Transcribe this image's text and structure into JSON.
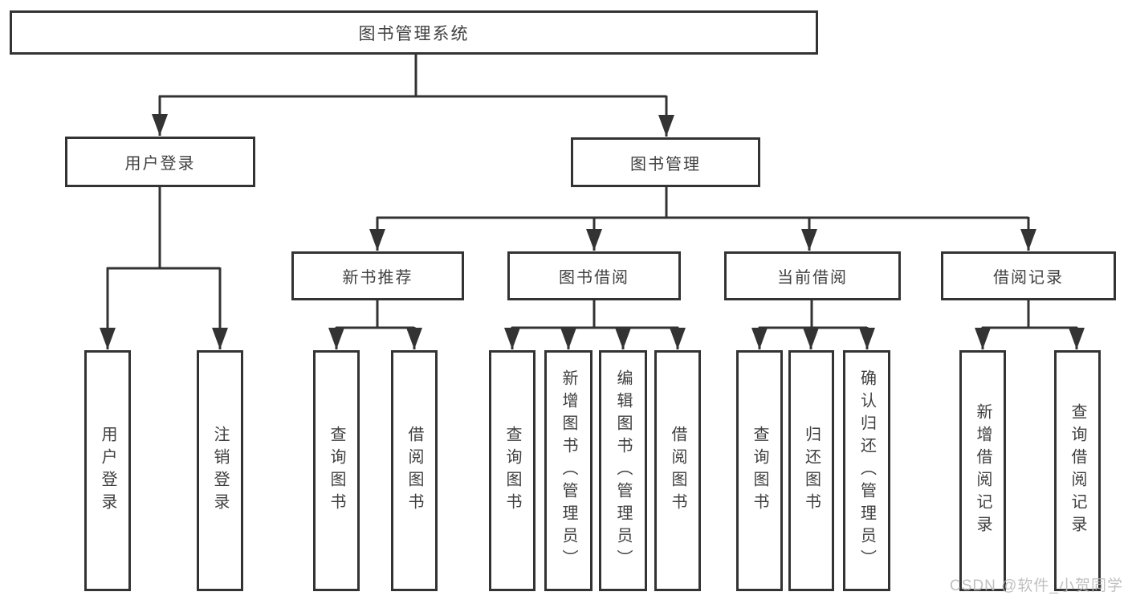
{
  "diagram": {
    "root": {
      "label": "图书管理系统"
    },
    "level2": {
      "user_login": {
        "label": "用户登录"
      },
      "book_management": {
        "label": "图书管理"
      }
    },
    "level3": {
      "new_book_recommend": {
        "label": "新书推荐"
      },
      "book_borrow": {
        "label": "图书借阅"
      },
      "current_borrow": {
        "label": "当前借阅"
      },
      "borrow_record": {
        "label": "借阅记录"
      }
    },
    "leaves": {
      "login_user_login": {
        "label": "用户登录"
      },
      "login_logout": {
        "label": "注销登录"
      },
      "recommend_query_book": {
        "label": "查询图书"
      },
      "recommend_borrow_book": {
        "label": "借阅图书"
      },
      "borrow_query_book": {
        "label": "查询图书"
      },
      "borrow_add_book": {
        "label": "新增图书（管理员）"
      },
      "borrow_edit_book": {
        "label": "编辑图书（管理员）"
      },
      "borrow_borrow_book": {
        "label": "借阅图书"
      },
      "current_query_book": {
        "label": "查询图书"
      },
      "current_return_book": {
        "label": "归还图书"
      },
      "current_confirm_return": {
        "label": "确认归还（管理员）"
      },
      "record_add_record": {
        "label": "新增借阅记录"
      },
      "record_query_record": {
        "label": "查询借阅记录"
      }
    },
    "watermark": "CSDN @软件_小贺同学",
    "colors": {
      "line": "#333333",
      "box_border": "#333333",
      "text": "#404040",
      "watermark": "#b9b9b9",
      "background": "#ffffff"
    }
  }
}
